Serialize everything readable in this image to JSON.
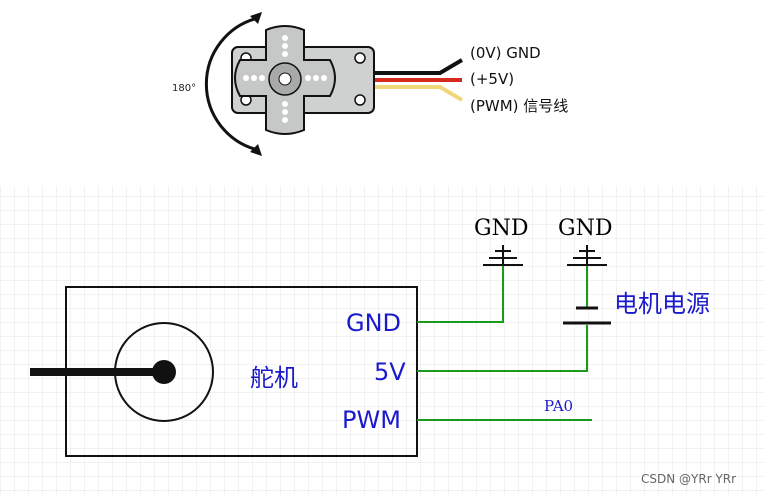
{
  "servo_picture": {
    "rotation_label": "180°",
    "wires": [
      {
        "label": "(0V) GND",
        "color": "#111111"
      },
      {
        "label": "(+5V)",
        "color": "#d62a1e"
      },
      {
        "label": "(PWM) 信号线",
        "color": "#f0d77a"
      }
    ]
  },
  "schematic": {
    "servo_name": "舵机",
    "pins": [
      "GND",
      "5V",
      "PWM"
    ],
    "ground_labels": [
      "GND",
      "GND"
    ],
    "power_source_label": "电机电源",
    "net_label": "PA0",
    "colors": {
      "pin_text": "#1a1acc",
      "wire": "#1a9a1a",
      "grid": "#e4e4e4"
    }
  },
  "watermark": "CSDN @YRr YRr"
}
